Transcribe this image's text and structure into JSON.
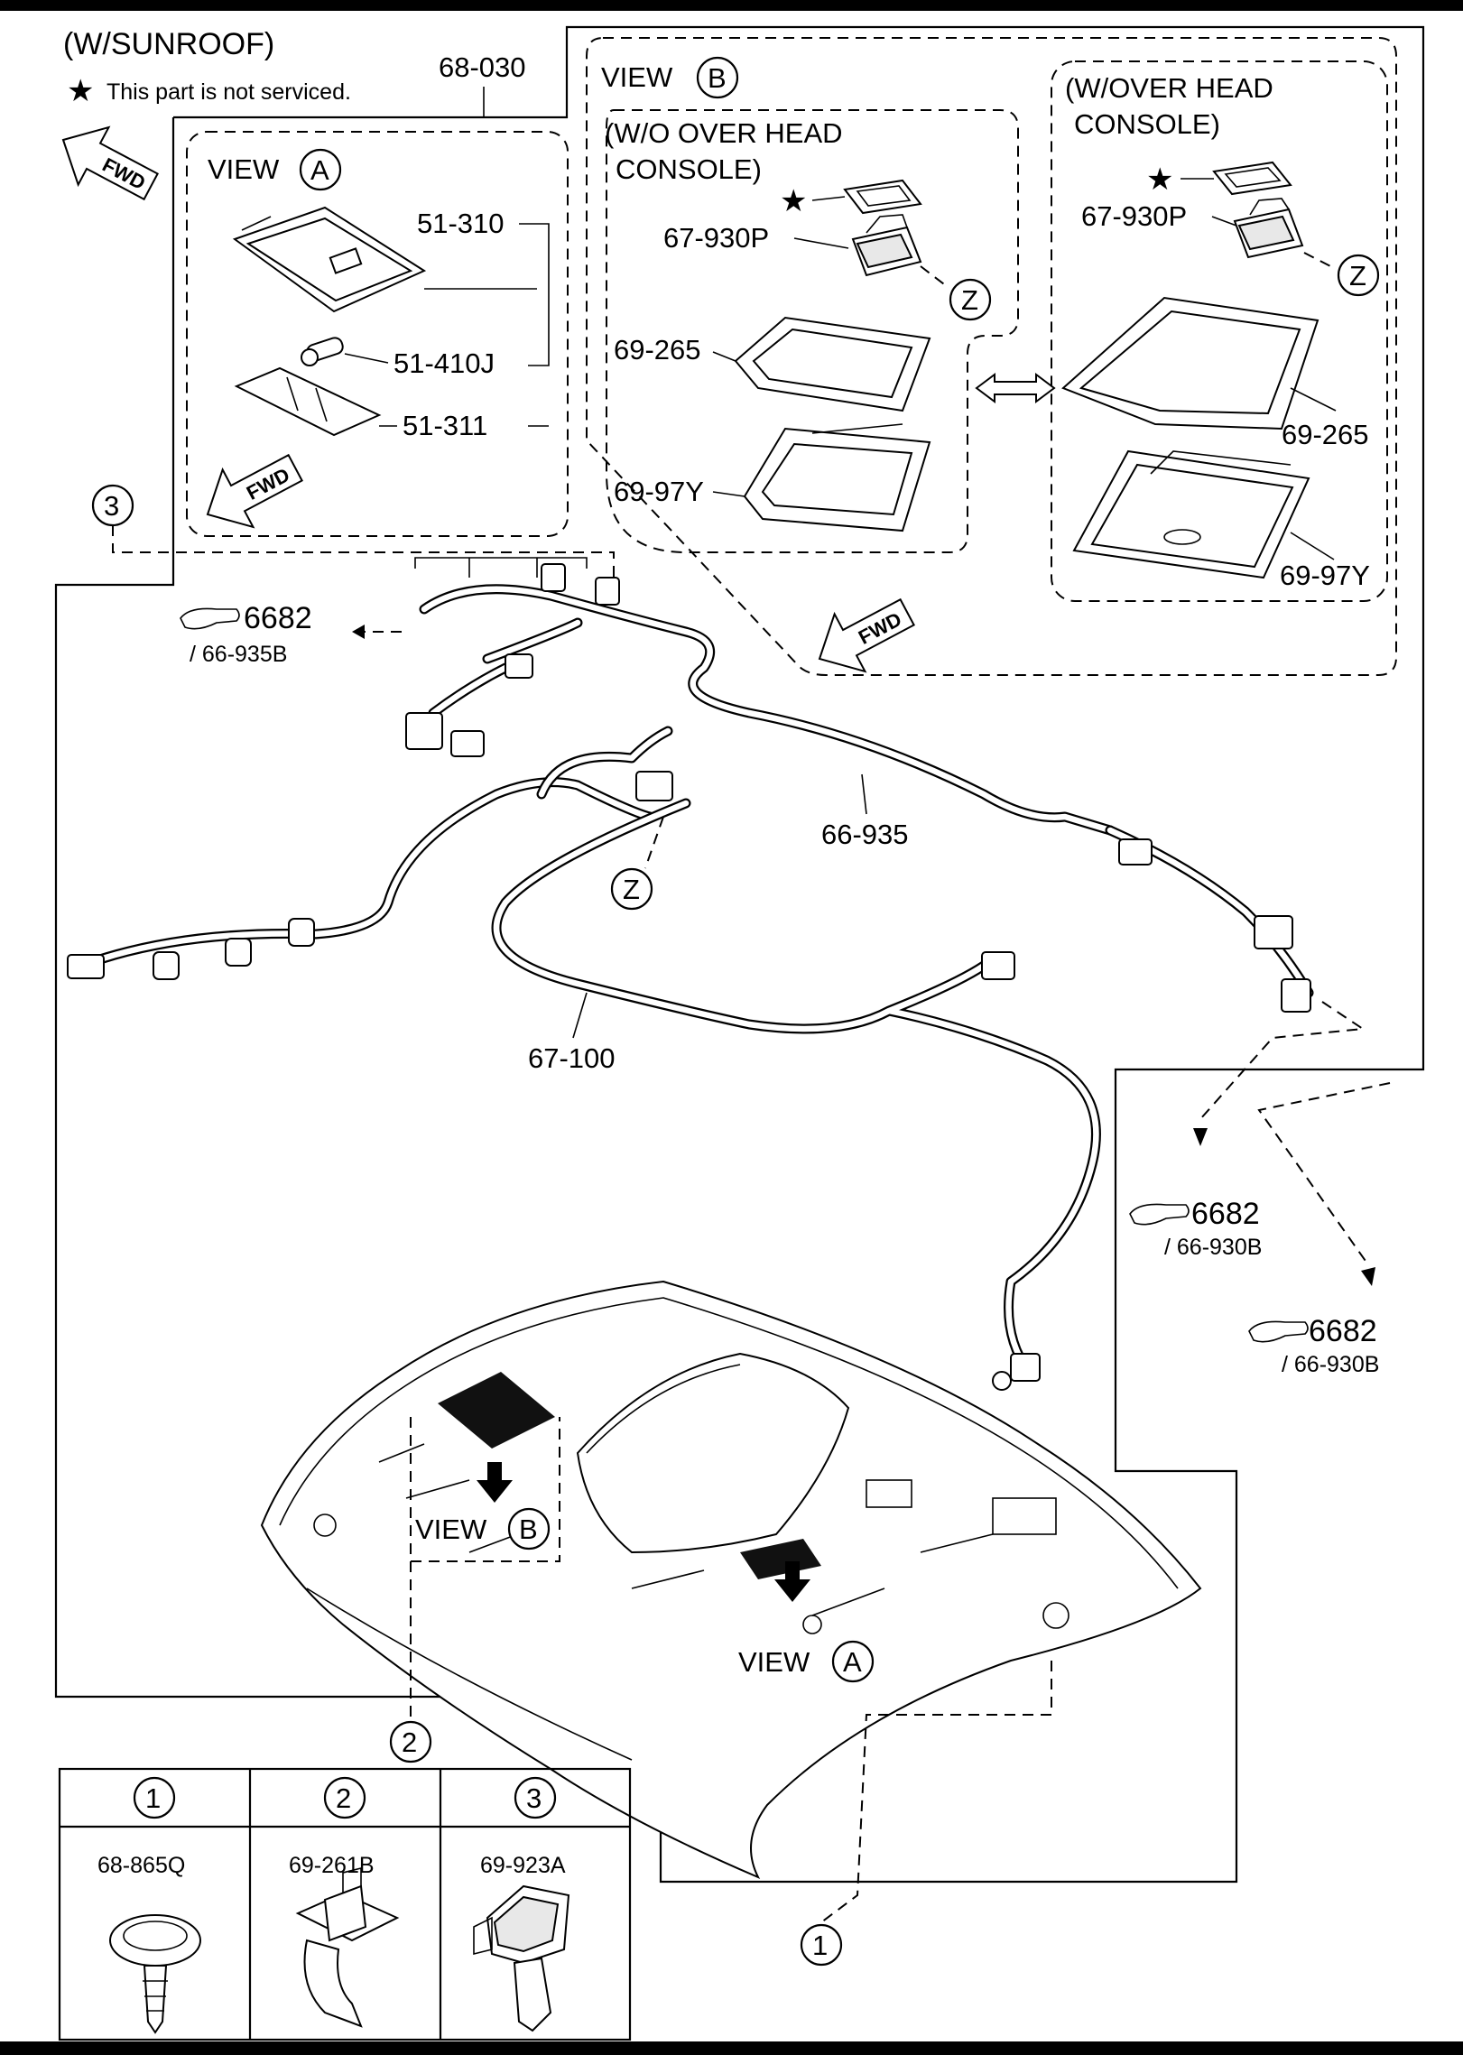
{
  "header": {
    "title": "(W/SUNROOF)",
    "note_star": "★",
    "note": "This part is not serviced."
  },
  "fwd": "FWD",
  "callouts": {
    "frame": "68-030",
    "sunvisor": "51-310",
    "bulb": "51-410J",
    "lens": "51-311",
    "wo_console_switch": "67-930P",
    "wo_console_bezel": "69-265",
    "wo_console_housing": "69-97Y",
    "w_console_switch": "67-930P",
    "w_console_bezel": "69-265",
    "w_console_housing": "69-97Y",
    "harness_roof": "66-935",
    "harness_sunroof": "67-100"
  },
  "views": {
    "view_word": "VIEW",
    "a": "A",
    "b": "B",
    "wo_console_line1": "(W/O OVER HEAD",
    "wo_console_line2": "CONSOLE)",
    "w_console_line1": "(W/OVER HEAD",
    "w_console_line2": "CONSOLE)",
    "z": "Z"
  },
  "refs": [
    {
      "page": "6682",
      "part": "/ 66-935B"
    },
    {
      "page": "6682",
      "part": "/ 66-930B"
    },
    {
      "page": "6682",
      "part": "/ 66-930B"
    }
  ],
  "markers": {
    "one": "1",
    "two": "2",
    "three": "3"
  },
  "legend": [
    {
      "num": "1",
      "part": "68-865Q"
    },
    {
      "num": "2",
      "part": "69-261B"
    },
    {
      "num": "3",
      "part": "69-923A"
    }
  ]
}
